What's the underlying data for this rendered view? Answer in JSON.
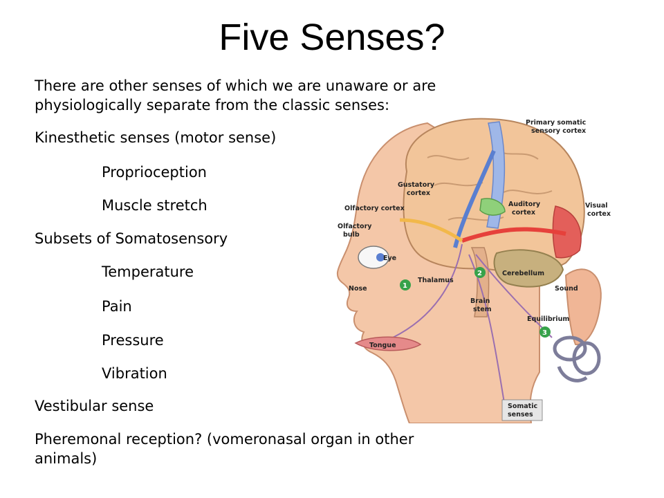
{
  "slide": {
    "title": "Five Senses?",
    "intro_line1": "There are other senses of which we are unaware or are",
    "intro_line2": "physiologically separate from the classic senses:",
    "items": [
      "Kinesthetic senses (motor sense)",
      "Proprioception",
      "Muscle stretch",
      "Subsets of Somatosensory",
      "Temperature",
      "Pain",
      "Pressure",
      "Vibration",
      "Vestibular sense",
      "Pheremonal reception? (vomeronasal organ in other",
      "animals)"
    ]
  },
  "figure": {
    "labels": {
      "primary_somatic_1": "Primary somatic",
      "primary_somatic_2": "sensory cortex",
      "gustatory_1": "Gustatory",
      "gustatory_2": "cortex",
      "olfactory_cortex": "Olfactory cortex",
      "auditory_1": "Auditory",
      "auditory_2": "cortex",
      "visual_1": "Visual",
      "visual_2": "cortex",
      "olfactory_bulb_1": "Olfactory",
      "olfactory_bulb_2": "bulb",
      "eye": "Eye",
      "nose": "Nose",
      "thalamus": "Thalamus",
      "cerebellum": "Cerebellum",
      "sound": "Sound",
      "brain_stem_1": "Brain",
      "brain_stem_2": "stem",
      "equilibrium": "Equilibrium",
      "tongue": "Tongue",
      "somatic_1": "Somatic",
      "somatic_2": "senses",
      "marker_1": "1",
      "marker_2": "2",
      "marker_3": "3"
    }
  }
}
